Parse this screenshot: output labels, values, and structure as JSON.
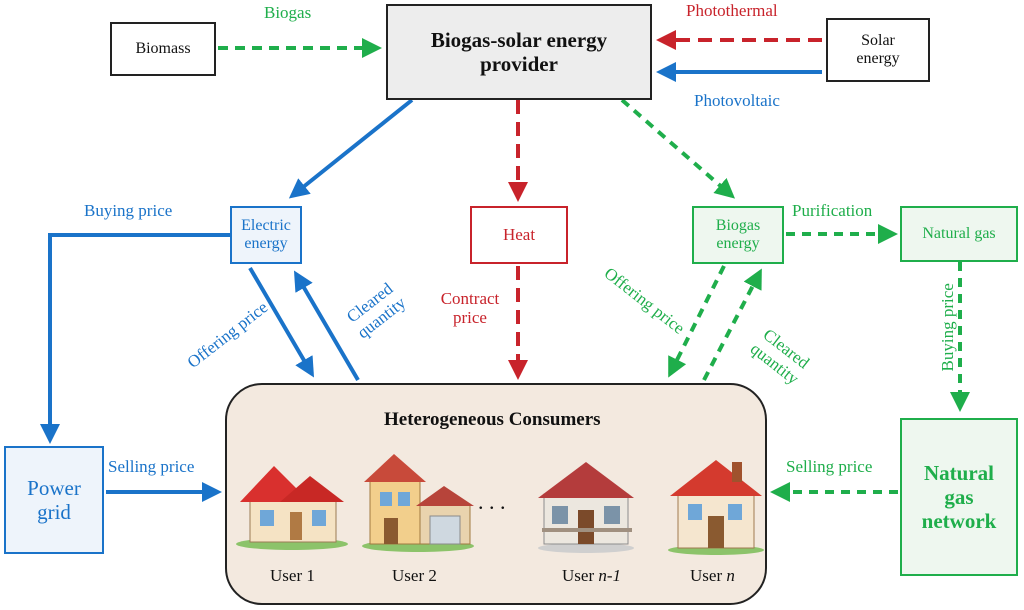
{
  "nodes": {
    "biomass": "Biomass",
    "provider": "Biogas-solar energy provider",
    "solar": "Solar energy",
    "electric": "Electric energy",
    "heat": "Heat",
    "biogas_energy": "Biogas energy",
    "natural_gas": "Natural gas",
    "power_grid": "Power grid",
    "gas_network": "Natural gas network",
    "consumers_title": "Heterogeneous Consumers"
  },
  "labels": {
    "biogas": "Biogas",
    "photothermal": "Photothermal",
    "photovoltaic": "Photovoltaic",
    "buying_price_left": "Buying price",
    "offering_price_left": "Offering price",
    "cleared_quantity_left": "Cleared quantity",
    "contract_price": "Contract price",
    "offering_price_right": "Offering price",
    "cleared_quantity_right": "Cleared quantity",
    "purification": "Purification",
    "buying_price_right": "Buying price",
    "selling_price_left": "Selling price",
    "selling_price_right": "Selling price",
    "dots": ". . ."
  },
  "users": [
    {
      "prefix": "User ",
      "suffix": "1"
    },
    {
      "prefix": "User ",
      "suffix": "2"
    },
    {
      "prefix": "User ",
      "suffix": "n-1"
    },
    {
      "prefix": "User ",
      "suffix": "n"
    }
  ],
  "colors": {
    "blue": "#1a73c9",
    "red": "#c8232b",
    "green": "#1fae4b",
    "consumer_bg": "#f3e9df",
    "provider_bg": "#ededed"
  },
  "icons": [
    "house-icon"
  ]
}
